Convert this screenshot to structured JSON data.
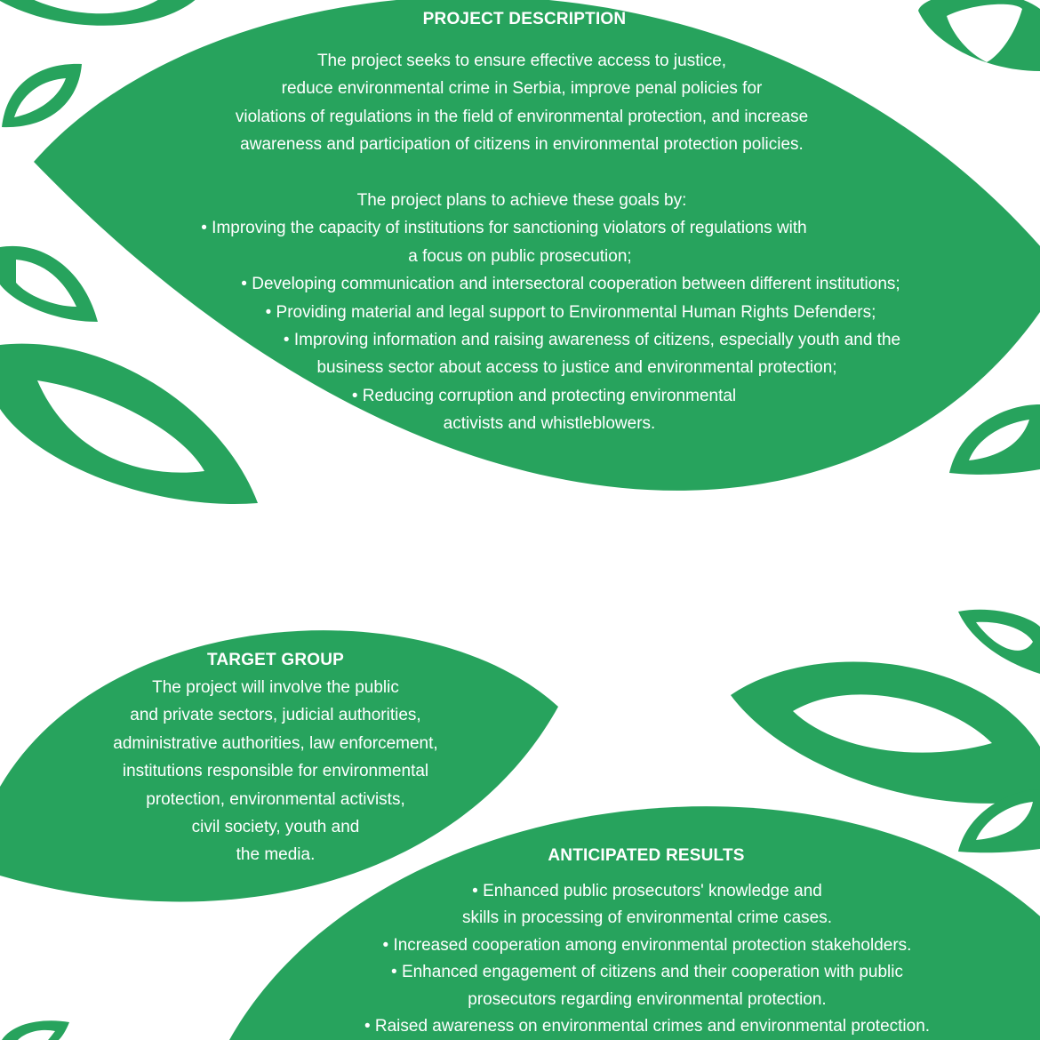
{
  "colors": {
    "leaf": "#27a35d",
    "background": "#ffffff",
    "text": "#ffffff"
  },
  "project_description": {
    "heading": "PROJECT DESCRIPTION",
    "intro_lines": [
      "The project seeks to ensure effective access to justice,",
      "reduce environmental crime in Serbia, improve penal policies for",
      "violations of regulations in the field of environmental protection, and increase",
      "awareness and participation of citizens in environmental protection policies."
    ],
    "goals_lines": [
      "The project plans to achieve these goals by:",
      "• Improving the capacity of institutions for sanctioning violators of regulations with",
      "a focus on public prosecution;",
      "• Developing communication and intersectoral cooperation between different institutions;",
      "• Providing material and legal support to Environmental Human Rights Defenders;",
      "• Improving information and raising awareness of citizens, especially youth and the",
      "business sector about access to justice and environmental protection;",
      "• Reducing corruption and protecting environmental",
      "activists and whistleblowers."
    ]
  },
  "target_group": {
    "heading": "TARGET GROUP",
    "lines": [
      "The project will involve the public",
      "and private sectors, judicial authorities,",
      "administrative authorities, law enforcement,",
      "institutions responsible for environmental",
      "protection, environmental activists,",
      "civil society, youth and",
      "the media."
    ]
  },
  "anticipated_results": {
    "heading": "ANTICIPATED RESULTS",
    "lines": [
      "• Enhanced public prosecutors' knowledge and",
      "skills in processing of environmental crime cases.",
      "• Increased cooperation among environmental protection stakeholders.",
      "• Enhanced engagement of citizens and their cooperation with public",
      "prosecutors regarding environmental protection.",
      "• Raised awareness on environmental crimes and environmental protection."
    ]
  }
}
